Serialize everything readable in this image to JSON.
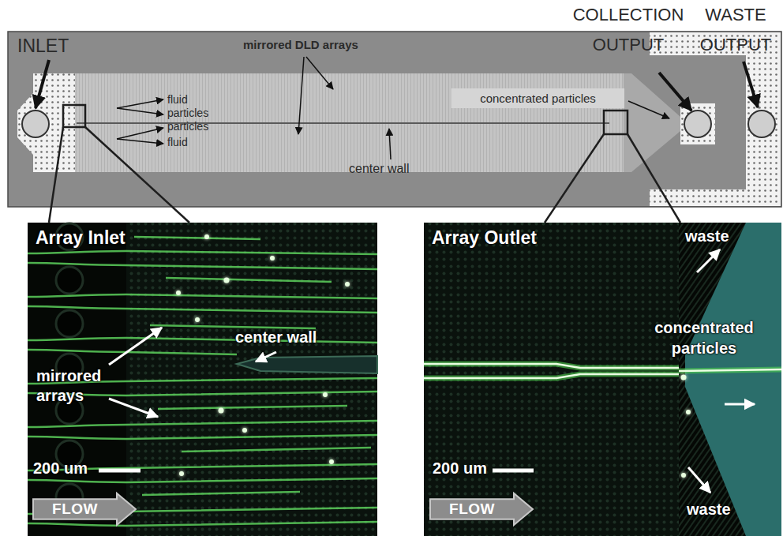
{
  "diagram": {
    "nodes": [
      {
        "text": [
          "concentrated particles"
        ]
      },
      {
        "text": [
          "Array Inlet"
        ]
      },
      {
        "text": [
          "FLOW"
        ],
        "in": 1
      },
      {
        "text": [
          "Array Outlet"
        ]
      },
      {
        "text": [
          "FLOW"
        ],
        "in": 3
      }
    ],
    "labels": [
      "INLET",
      "COLLECTION OUTPUT",
      "WASTE OUTPUT",
      "mirrored DLD arrays",
      "fluid",
      "particles",
      "particles",
      "fluid",
      "center wall",
      "mirrored arrays",
      "center wall",
      "200 um",
      "waste",
      "concentrated particles",
      "waste",
      "200 um"
    ]
  }
}
